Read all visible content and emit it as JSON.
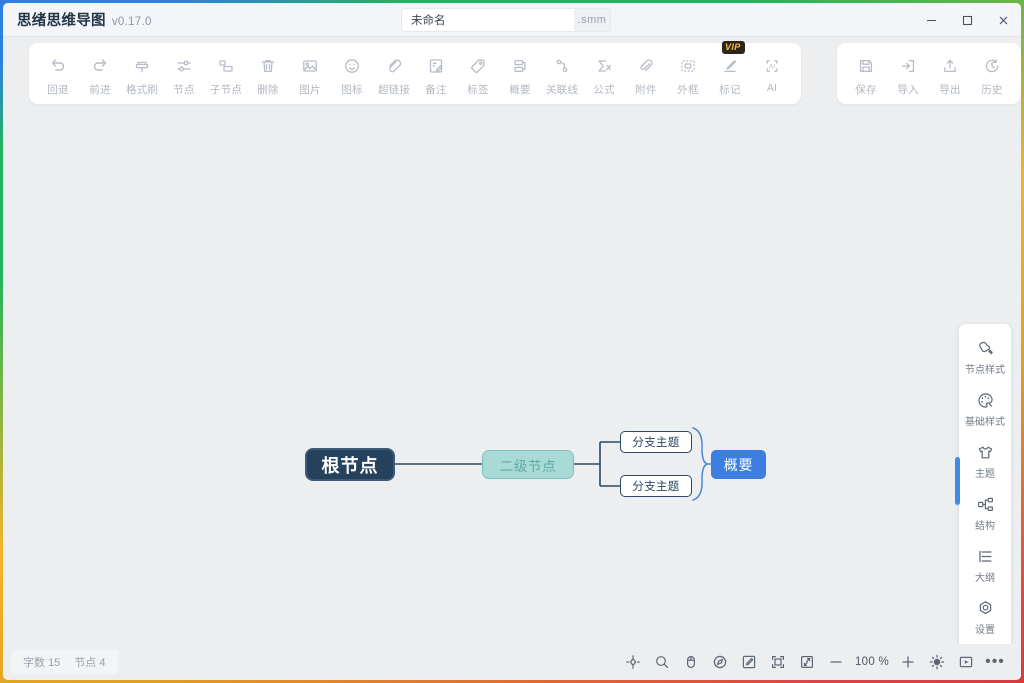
{
  "titlebar": {
    "app_name": "思绪思维导图",
    "version": "v0.17.0",
    "filename_value": "未命名",
    "filename_placeholder": "未命名",
    "file_ext": ".smm",
    "minimize_label": "minimize",
    "maximize_label": "maximize",
    "close_label": "close"
  },
  "toolbar": {
    "main_items": [
      {
        "label": "回退",
        "icon": "undo-icon"
      },
      {
        "label": "前进",
        "icon": "redo-icon"
      },
      {
        "label": "格式刷",
        "icon": "format-brush-icon"
      },
      {
        "label": "节点",
        "icon": "node-icon"
      },
      {
        "label": "子节点",
        "icon": "child-node-icon"
      },
      {
        "label": "删除",
        "icon": "trash-icon"
      },
      {
        "label": "图片",
        "icon": "image-icon"
      },
      {
        "label": "图标",
        "icon": "emoji-icon"
      },
      {
        "label": "超链接",
        "icon": "link-icon"
      },
      {
        "label": "备注",
        "icon": "note-icon"
      },
      {
        "label": "标签",
        "icon": "tag-icon"
      },
      {
        "label": "概要",
        "icon": "summary-icon"
      },
      {
        "label": "关联线",
        "icon": "relation-line-icon"
      },
      {
        "label": "公式",
        "icon": "formula-icon"
      },
      {
        "label": "附件",
        "icon": "attachment-icon"
      },
      {
        "label": "外框",
        "icon": "outer-frame-icon"
      },
      {
        "label": "标记",
        "icon": "marker-pen-icon",
        "badge": "VIP"
      },
      {
        "label": "AI",
        "icon": "ai-icon"
      }
    ],
    "file_items": [
      {
        "label": "保存",
        "icon": "save-icon"
      },
      {
        "label": "导入",
        "icon": "import-icon"
      },
      {
        "label": "导出",
        "icon": "export-icon"
      },
      {
        "label": "历史",
        "icon": "history-icon"
      }
    ]
  },
  "mindmap": {
    "root": {
      "text": "根节点",
      "fill": "#26415c",
      "text_color": "#ffffff"
    },
    "second": {
      "text": "二级节点",
      "fill": "#a9dbd6",
      "text_color": "#5fa8a2"
    },
    "branch_1": {
      "text": "分支主题",
      "fill": "#ffffff",
      "text_color": "#2c4965"
    },
    "branch_2": {
      "text": "分支主题",
      "fill": "#ffffff",
      "text_color": "#2c4965"
    },
    "summary": {
      "text": "概要",
      "fill": "#3d7fe0",
      "text_color": "#ffffff"
    },
    "line_color": "#2c4965",
    "brace_color": "#4a86d8",
    "canvas_bg": "#eceef0"
  },
  "sidebar": {
    "items": [
      {
        "label": "节点样式",
        "icon": "node-style-icon"
      },
      {
        "label": "基础样式",
        "icon": "palette-icon"
      },
      {
        "label": "主题",
        "icon": "theme-shirt-icon"
      },
      {
        "label": "结构",
        "icon": "structure-icon"
      },
      {
        "label": "大纲",
        "icon": "outline-icon"
      },
      {
        "label": "设置",
        "icon": "settings-gear-icon"
      }
    ],
    "active_color": "#3e8ce8"
  },
  "statusbar": {
    "word_count_label": "字数",
    "word_count_value": "15",
    "node_count_label": "节点",
    "node_count_value": "4",
    "zoom_value": "100 %",
    "tools": [
      {
        "name": "locate-root-icon"
      },
      {
        "name": "search-icon"
      },
      {
        "name": "mouse-mode-icon"
      },
      {
        "name": "compass-icon"
      },
      {
        "name": "edit-icon"
      },
      {
        "name": "fit-frame-icon"
      },
      {
        "name": "expand-icon"
      },
      {
        "name": "zoom-out-icon"
      },
      {
        "name": "zoom-in-icon"
      },
      {
        "name": "brightness-icon"
      },
      {
        "name": "presentation-icon"
      },
      {
        "name": "more-icon"
      }
    ]
  }
}
